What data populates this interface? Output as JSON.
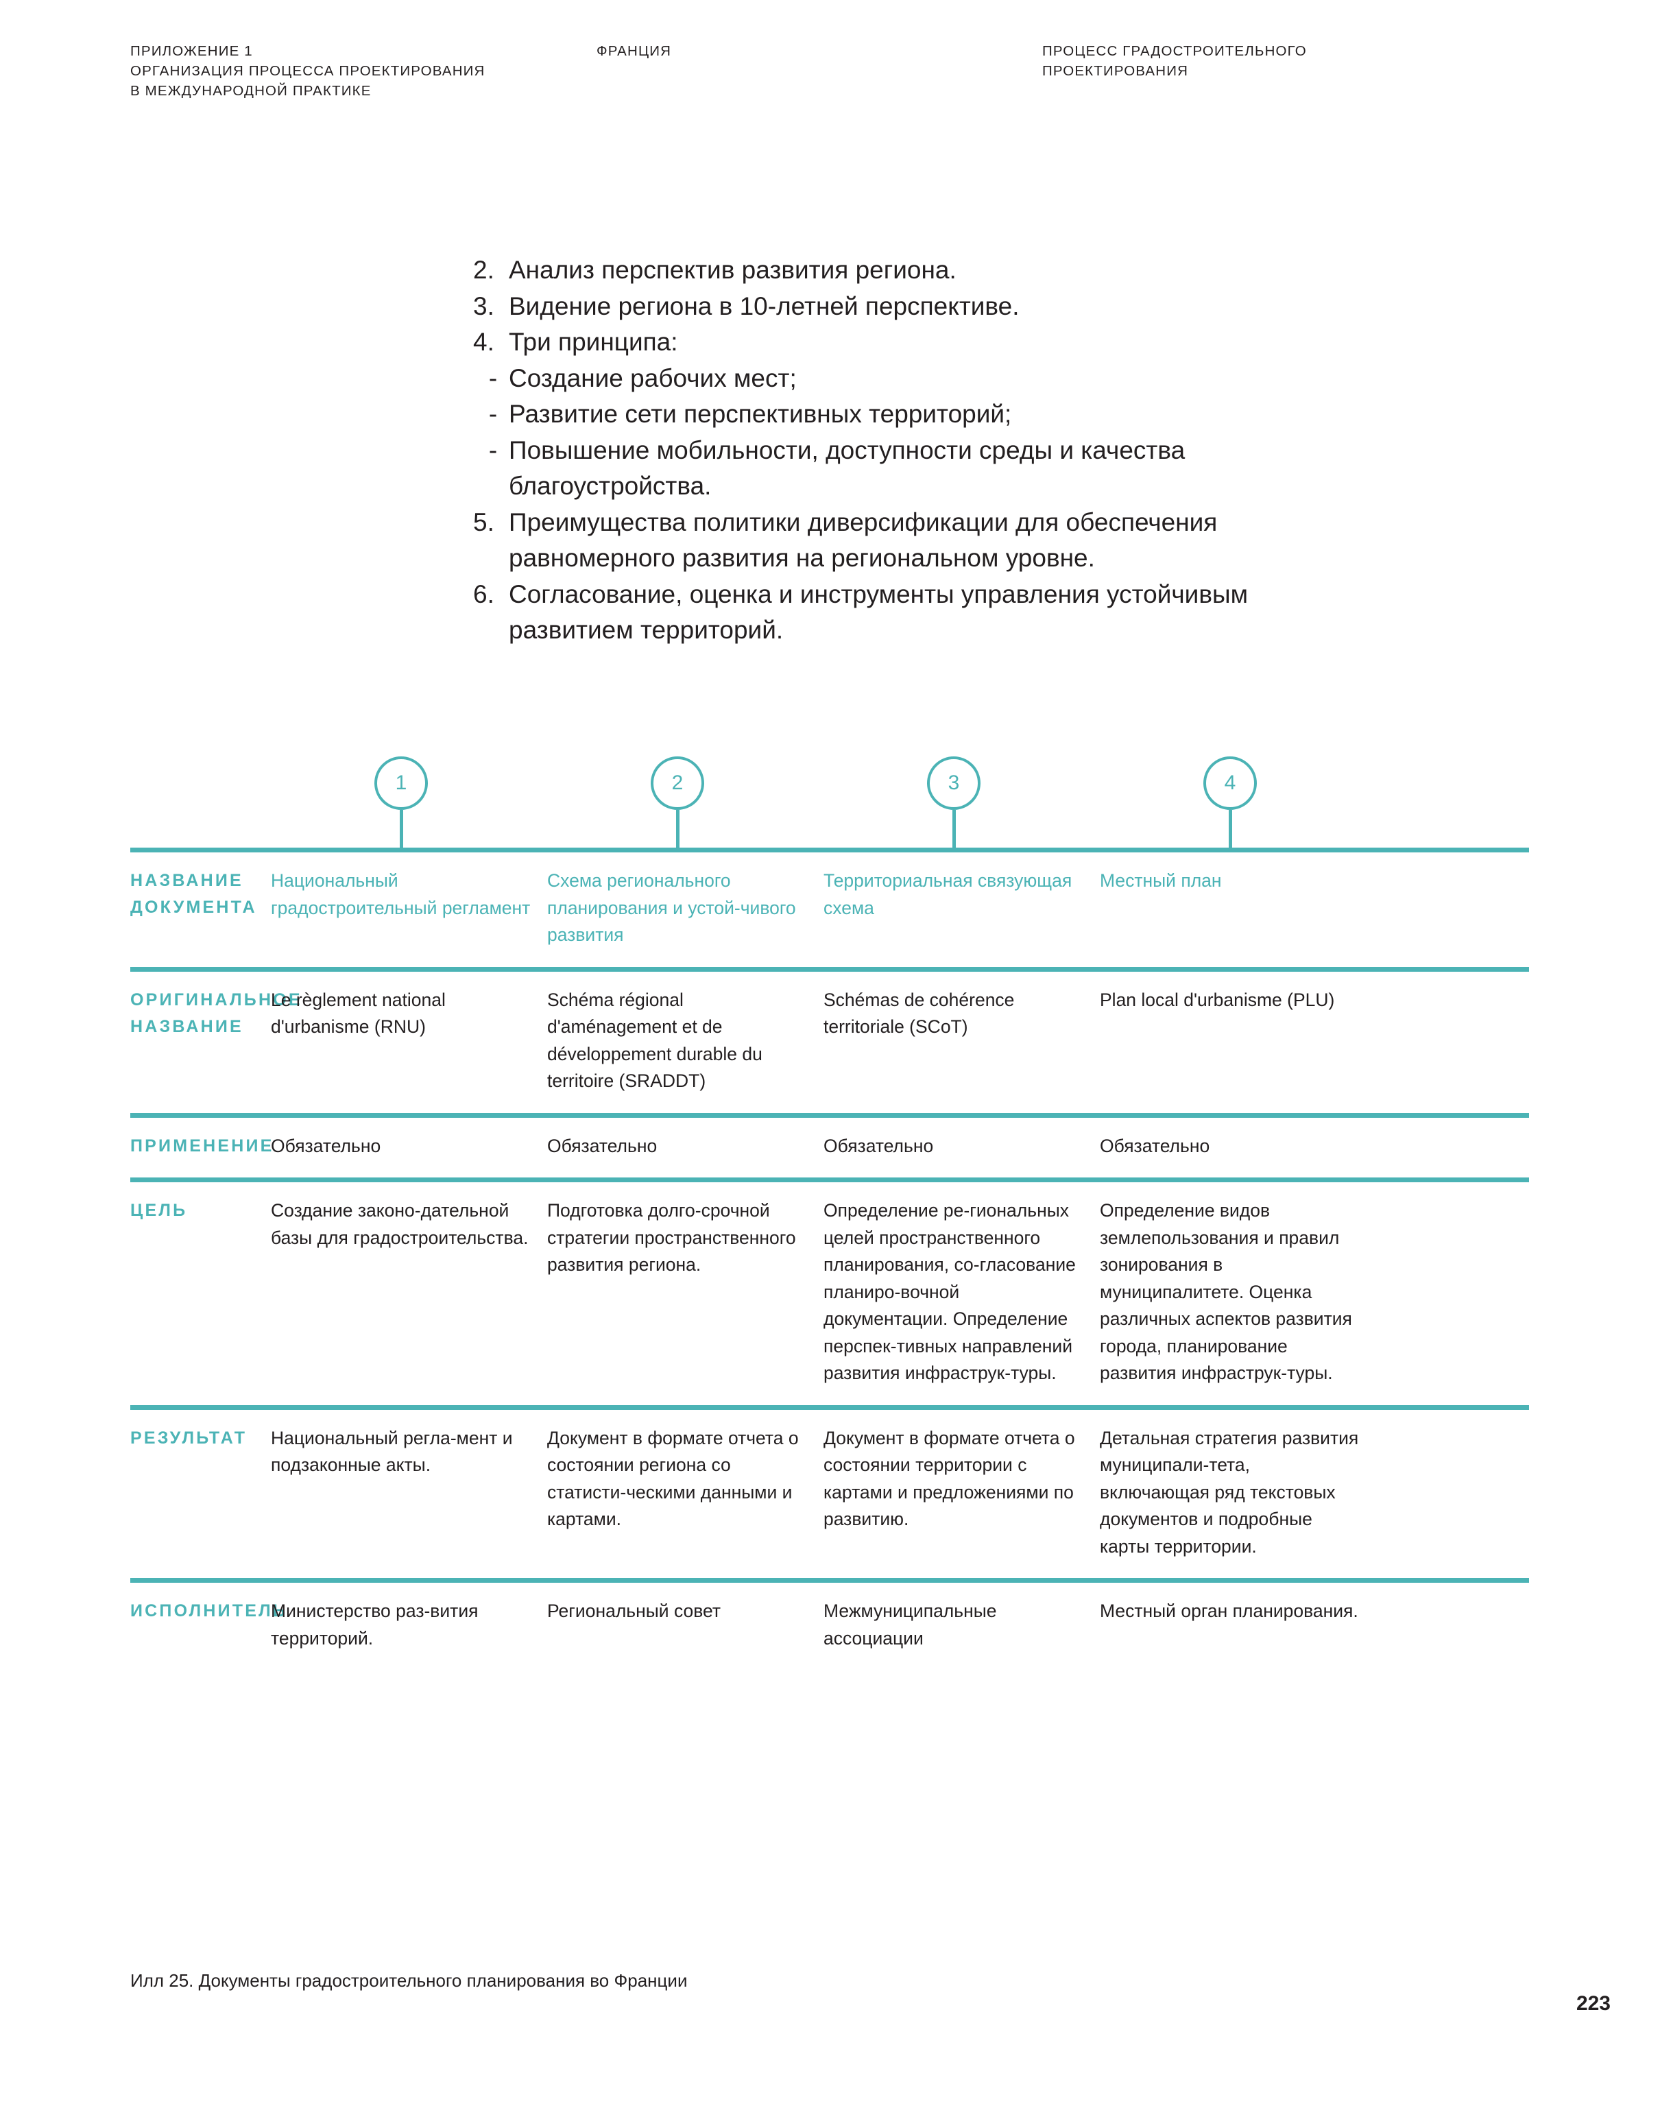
{
  "running_head": {
    "left": [
      "ПРИЛОЖЕНИЕ 1",
      "ОРГАНИЗАЦИЯ ПРОЦЕССА ПРОЕКТИРОВАНИЯ",
      "В МЕЖДУНАРОДНОЙ ПРАКТИКЕ"
    ],
    "middle": [
      "ФРАНЦИЯ"
    ],
    "right": [
      "ПРОЦЕСС ГРАДОСТРОИТЕЛЬНОГО",
      "ПРОЕКТИРОВАНИЯ"
    ]
  },
  "list": [
    {
      "marker": "2.",
      "type": "number",
      "text": "Анализ перспектив развития региона."
    },
    {
      "marker": "3.",
      "type": "number",
      "text": "Видение региона в 10-летней перспективе."
    },
    {
      "marker": "4.",
      "type": "number",
      "text": "Три принципа:"
    },
    {
      "marker": "-",
      "type": "dash",
      "text": "Создание рабочих мест;"
    },
    {
      "marker": "-",
      "type": "dash",
      "text": "Развитие сети перспективных территорий;"
    },
    {
      "marker": "-",
      "type": "dash",
      "text": "Повышение мобильности, доступности среды и качества благоустройства."
    },
    {
      "marker": "5.",
      "type": "number",
      "text": "Преимущества политики диверсификации для обеспечения равномерного развития на региональном уровне."
    },
    {
      "marker": "6.",
      "type": "number",
      "text": "Согласование, оценка и инструменты управления устойчивым развитием территорий."
    }
  ],
  "callouts": [
    {
      "number": "1"
    },
    {
      "number": "2"
    },
    {
      "number": "3"
    },
    {
      "number": "4"
    }
  ],
  "table": {
    "rows": [
      {
        "label": "НАЗВАНИЕ ДОКУМЕНТА",
        "teal_values": true,
        "values": [
          "Национальный градостроительный регламент",
          "Схема регионального планирования и устой-чивого развития",
          "Территориальная связующая схема",
          "Местный план"
        ]
      },
      {
        "label": "ОРИГИНАЛЬНОЕ НАЗВАНИЕ",
        "teal_values": false,
        "values": [
          "Le règlement national d'urbanisme (RNU)",
          "Schéma régional d'aménagement et de développement durable du territoire (SRADDT)",
          "Schémas de cohérence territoriale (SCoT)",
          "Plan local d'urbanisme (PLU)"
        ]
      },
      {
        "label": "ПРИМЕНЕНИЕ",
        "teal_values": false,
        "values": [
          "Обязательно",
          "Обязательно",
          "Обязательно",
          "Обязательно"
        ]
      },
      {
        "label": "ЦЕЛЬ",
        "teal_values": false,
        "values": [
          "Создание законо-дательной базы для градостроительства.",
          "Подготовка долго-срочной стратегии пространственного развития региона.",
          "Определение ре-гиональных целей пространственного планирования, со-гласование планиро-вочной документации. Определение перспек-тивных направлений развития инфраструк-туры.",
          "Определение видов землепользования и правил зонирования в муниципалитете. Оценка различных аспектов развития города, планирование развития инфраструк-туры."
        ]
      },
      {
        "label": "РЕЗУЛЬТАТ",
        "teal_values": false,
        "values": [
          "Национальный регла-мент и подзаконные акты.",
          "Документ в формате отчета о состоянии региона со статисти-ческими данными и картами.",
          "Документ в формате отчета о состоянии территории с картами и предложениями по развитию.",
          "Детальная стратегия развития муниципали-тета, включающая ряд текстовых документов и подробные карты территории."
        ]
      },
      {
        "label": "ИСПОЛНИТЕЛЬ",
        "teal_values": false,
        "values": [
          "Министерство раз-вития территорий.",
          "Региональный совет",
          "Межмуниципальные ассоциации",
          "Местный орган планирования."
        ]
      }
    ]
  },
  "caption": "Илл 25. Документы градостроительного планирования во Франции",
  "folio": "223",
  "colors": {
    "accent_teal": "#4bb3b5",
    "text_black": "#231f20",
    "page_background": "#ffffff"
  }
}
